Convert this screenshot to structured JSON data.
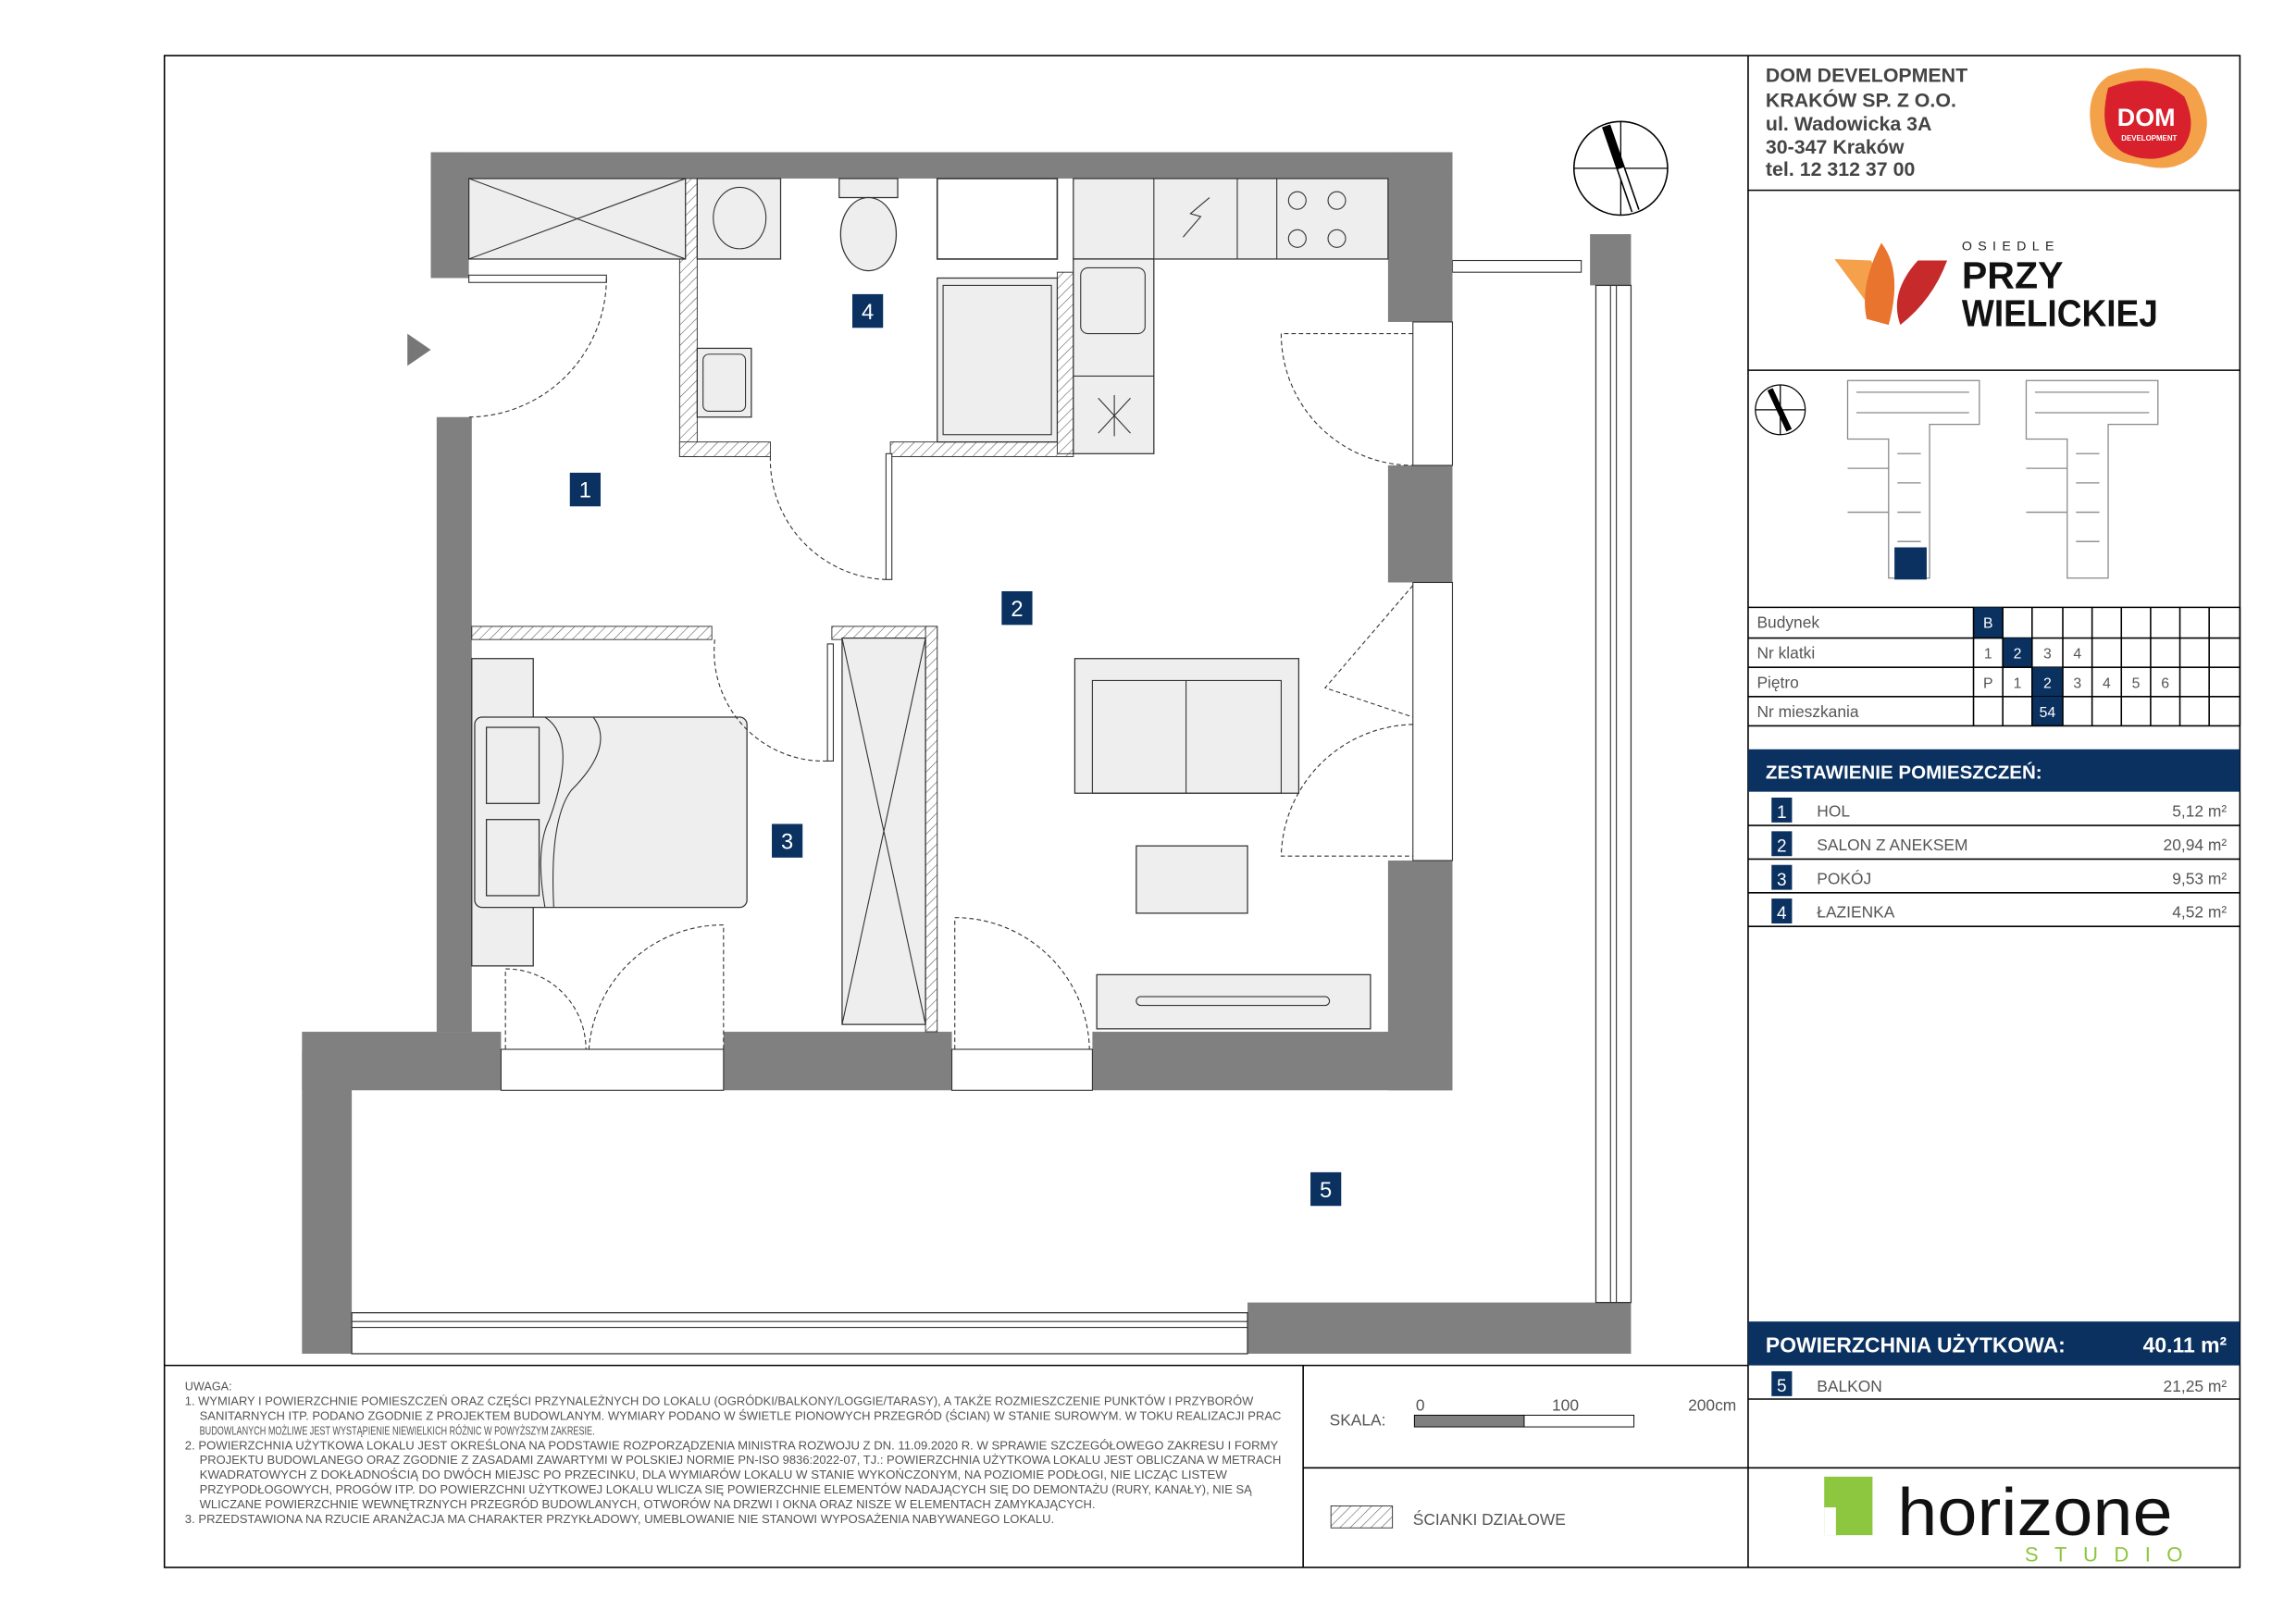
{
  "developer": {
    "lines": [
      "DOM DEVELOPMENT",
      "KRAKÓW SP. Z O.O.",
      "ul. Wadowicka 3A",
      "30-347 Kraków",
      "tel. 12 312 37 00"
    ],
    "logo_text": "DOM",
    "logo_subtext": "DEVELOPMENT",
    "brand_color": "#d62a2a"
  },
  "estate_logo": {
    "line1": "OSIEDLE",
    "line2": "PRZY",
    "line3": "WIELICKIEJ"
  },
  "location_table": {
    "rows": [
      {
        "label": "Budynek",
        "cells": [
          "B",
          "",
          "",
          "",
          "",
          "",
          "",
          "",
          ""
        ],
        "selected": 0
      },
      {
        "label": "Nr klatki",
        "cells": [
          "1",
          "2",
          "3",
          "4",
          "",
          "",
          "",
          "",
          ""
        ],
        "selected": 1
      },
      {
        "label": "Piętro",
        "cells": [
          "P",
          "1",
          "2",
          "3",
          "4",
          "5",
          "6",
          "",
          ""
        ],
        "selected": 2
      },
      {
        "label": "Nr mieszkania",
        "cells": [
          "",
          "",
          "54",
          "",
          "",
          "",
          "",
          "",
          ""
        ],
        "selected": 2
      }
    ]
  },
  "rooms": {
    "title": "ZESTAWIENIE POMIESZCZEŃ:",
    "items": [
      {
        "num": "1",
        "name": "HOL",
        "area": "5,12 m²"
      },
      {
        "num": "2",
        "name": "SALON Z ANEKSEM",
        "area": "20,94 m²"
      },
      {
        "num": "3",
        "name": "POKÓJ",
        "area": "9,53 m²"
      },
      {
        "num": "4",
        "name": "ŁAZIENKA",
        "area": "4,52 m²"
      }
    ]
  },
  "usable_area": {
    "label": "POWIERZCHNIA UŻYTKOWA:",
    "value": "40.11 m²"
  },
  "balcony": {
    "num": "5",
    "name": "BALKON",
    "area": "21,25 m²"
  },
  "plan_labels": [
    "1",
    "2",
    "3",
    "4",
    "5"
  ],
  "scale": {
    "label": "SKALA:",
    "ticks": [
      "0",
      "100",
      "200cm"
    ]
  },
  "legend": {
    "partition_walls": "ŚCIANKI DZIAŁOWE"
  },
  "studio_logo": {
    "name": "horizone",
    "sub": "STUDIO",
    "color": "#8dc63f"
  },
  "notes": {
    "title": "UWAGA:",
    "lines": [
      "1. WYMIARY I POWIERZCHNIE POMIESZCZEŃ ORAZ CZĘŚCI PRZYNALEŻNYCH DO LOKALU (OGRÓDKI/BALKONY/LOGGIE/TARASY), A TAKŻE ROZMIESZCZENIE PUNKTÓW I PRZYBORÓW",
      "SANITARNYCH ITP. PODANO ZGODNIE Z PROJEKTEM BUDOWLANYM. WYMIARY PODANO W ŚWIETLE PIONOWYCH PRZEGRÓD (ŚCIAN) W STANIE SUROWYM. W TOKU REALIZACJI PRAC",
      "BUDOWLANYCH MOŻLIWE JEST WYSTĄPIENIE NIEWIELKICH RÓŻNIC W POWYŻSZYM ZAKRESIE.",
      "2. POWIERZCHNIA UŻYTKOWA LOKALU JEST OKREŚLONA NA PODSTAWIE ROZPORZĄDZENIA MINISTRA ROZWOJU Z DN. 11.09.2020 R. W SPRAWIE SZCZEGÓŁOWEGO ZAKRESU I FORMY",
      "PROJEKTU BUDOWLANEGO ORAZ ZGODNIE Z ZASADAMI ZAWARTYMI W POLSKIEJ NORMIE PN-ISO 9836:2022-07, TJ.: POWIERZCHNIA UŻYTKOWA LOKALU JEST OBLICZANA W METRACH",
      "KWADRATOWYCH Z DOKŁADNOŚCIĄ DO DWÓCH MIEJSC PO PRZECINKU, DLA WYMIARÓW LOKALU W STANIE WYKOŃCZONYM, NA POZIOMIE PODŁOGI, NIE LICZĄC LISTEW",
      "PRZYPODŁOGOWYCH, PROGÓW ITP. DO POWIERZCHNI UŻYTKOWEJ LOKALU WLICZA SIĘ POWIERZCHNIE ELEMENTÓW NADAJĄCYCH SIĘ DO DEMONTAŻU (RURY, KANAŁY), NIE SĄ",
      "WLICZANE POWIERZCHNIE WEWNĘTRZNYCH PRZEGRÓD BUDOWLANYCH, OTWORÓW NA DRZWI I OKNA ORAZ NISZE W ELEMENTACH ZAMYKAJĄCYCH.",
      "3. PRZEDSTAWIONA NA RZUCIE ARANŻACJA MA CHARAKTER PRZYKŁADOWY, UMEBLOWANIE NIE STANOWI WYPOSAŻENIA NABYWANEGO LOKALU."
    ]
  }
}
